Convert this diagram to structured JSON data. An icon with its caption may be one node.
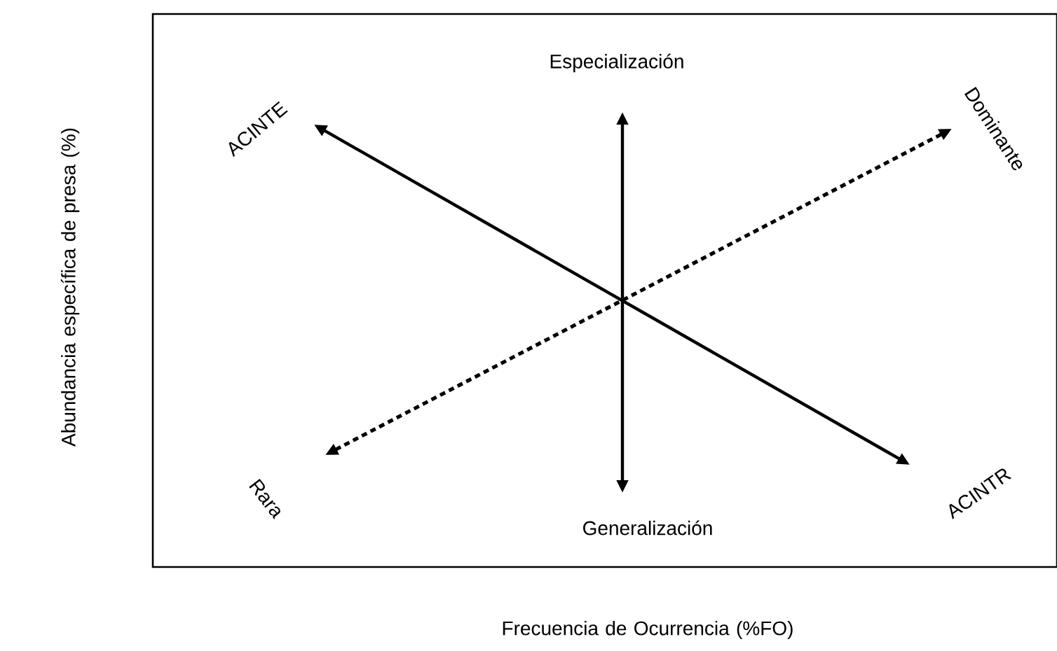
{
  "diagram": {
    "nodes": [
      {
        "text": [
          "ACINTE"
        ]
      },
      {
        "text": [
          "Especialización"
        ]
      },
      {
        "text": [
          "Dominante"
        ]
      },
      {
        "text": [
          "Rara"
        ]
      },
      {
        "text": [
          "Generalización"
        ]
      },
      {
        "text": [
          "ACINTR"
        ]
      }
    ],
    "edges": [
      {
        "from": 0,
        "to": 5,
        "arrow": "both"
      },
      {
        "from": 1,
        "to": 4,
        "arrow": "both"
      },
      {
        "from": 3,
        "to": 2,
        "arrow": "both",
        "style": "dashed"
      }
    ],
    "labels": [
      "Abundancia específica de presa (%)",
      "Frecuencia de Ocurrencia (%FO)"
    ]
  }
}
